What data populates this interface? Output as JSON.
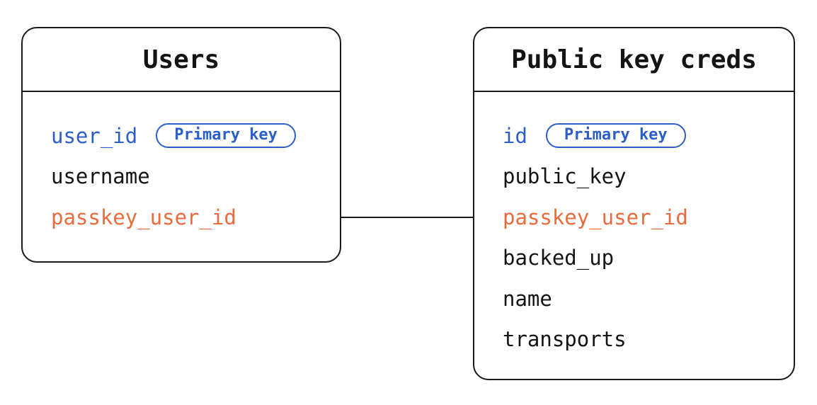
{
  "badge_label": "Primary key",
  "colors": {
    "primary_key_blue": "#2B5FC7",
    "foreign_key_orange": "#EB6B3D",
    "text": "#141414",
    "line": "#1A1A1A",
    "background": "#FFFFFF"
  },
  "tables": [
    {
      "title": "Users",
      "fields": [
        {
          "name": "user_id",
          "role": "primary-key",
          "badge": "Primary key"
        },
        {
          "name": "username",
          "role": "column"
        },
        {
          "name": "passkey_user_id",
          "role": "linked-field"
        }
      ]
    },
    {
      "title": "Public key creds",
      "fields": [
        {
          "name": "id",
          "role": "primary-key",
          "badge": "Primary key"
        },
        {
          "name": "public_key",
          "role": "column"
        },
        {
          "name": "passkey_user_id",
          "role": "linked-field"
        },
        {
          "name": "backed_up",
          "role": "column"
        },
        {
          "name": "name",
          "role": "column"
        },
        {
          "name": "transports",
          "role": "column"
        }
      ]
    }
  ],
  "relation": {
    "from_table": "Users",
    "from_field": "passkey_user_id",
    "to_table": "Public key creds",
    "to_field": "passkey_user_id"
  }
}
